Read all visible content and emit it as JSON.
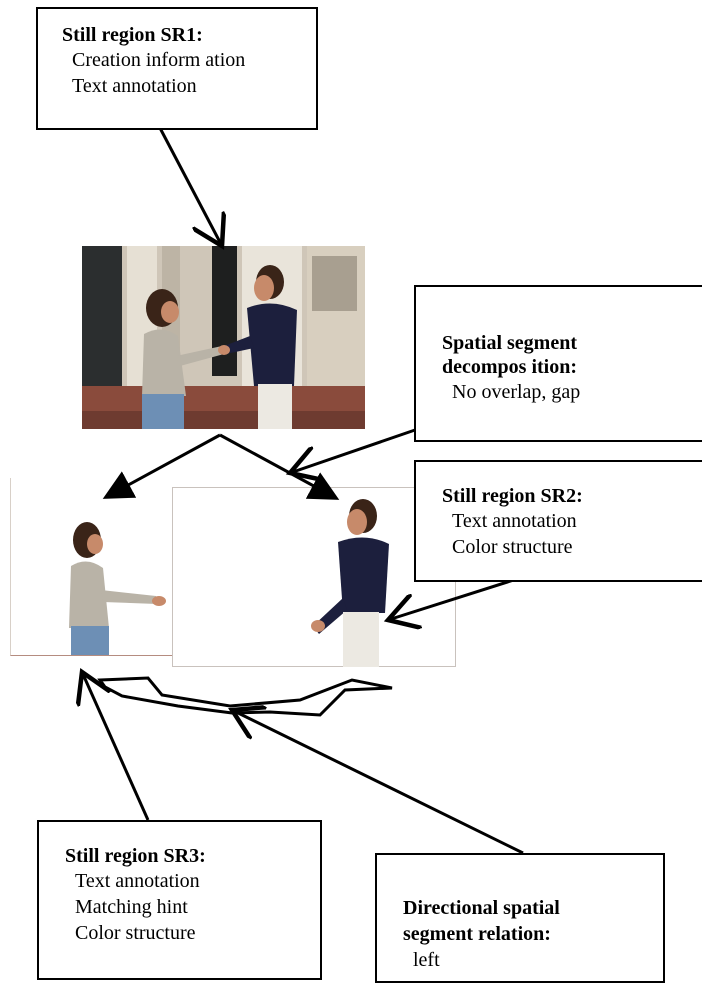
{
  "boxes": {
    "sr1": {
      "title": "Still region SR1:",
      "lines": [
        "Creation inform ation",
        "Text annotation"
      ]
    },
    "spatial_decomposition": {
      "title_line1": "Spatial segment",
      "title_line2": "decompos ition:",
      "lines": [
        "No overlap, gap"
      ]
    },
    "sr2": {
      "title": "Still region SR2:",
      "lines": [
        "Text annotation",
        "Color structure"
      ]
    },
    "sr3": {
      "title": "Still region SR3:",
      "lines": [
        "Text annotation",
        "Matching hint",
        "Color structure"
      ]
    },
    "directional_relation": {
      "title_line1": "Directional spatial",
      "title_line2": "segment relation:",
      "lines": [
        "left"
      ]
    }
  },
  "colors": {
    "sky_building": "#cfc6b8",
    "dark_window": "#2b2e2f",
    "brick": "#8a4b3c",
    "navy_shirt": "#1c1f3d",
    "gray_jacket": "#b9b3a7",
    "jeans": "#6d8fb5",
    "hair": "#3a2418",
    "skin": "#c78a6a"
  }
}
